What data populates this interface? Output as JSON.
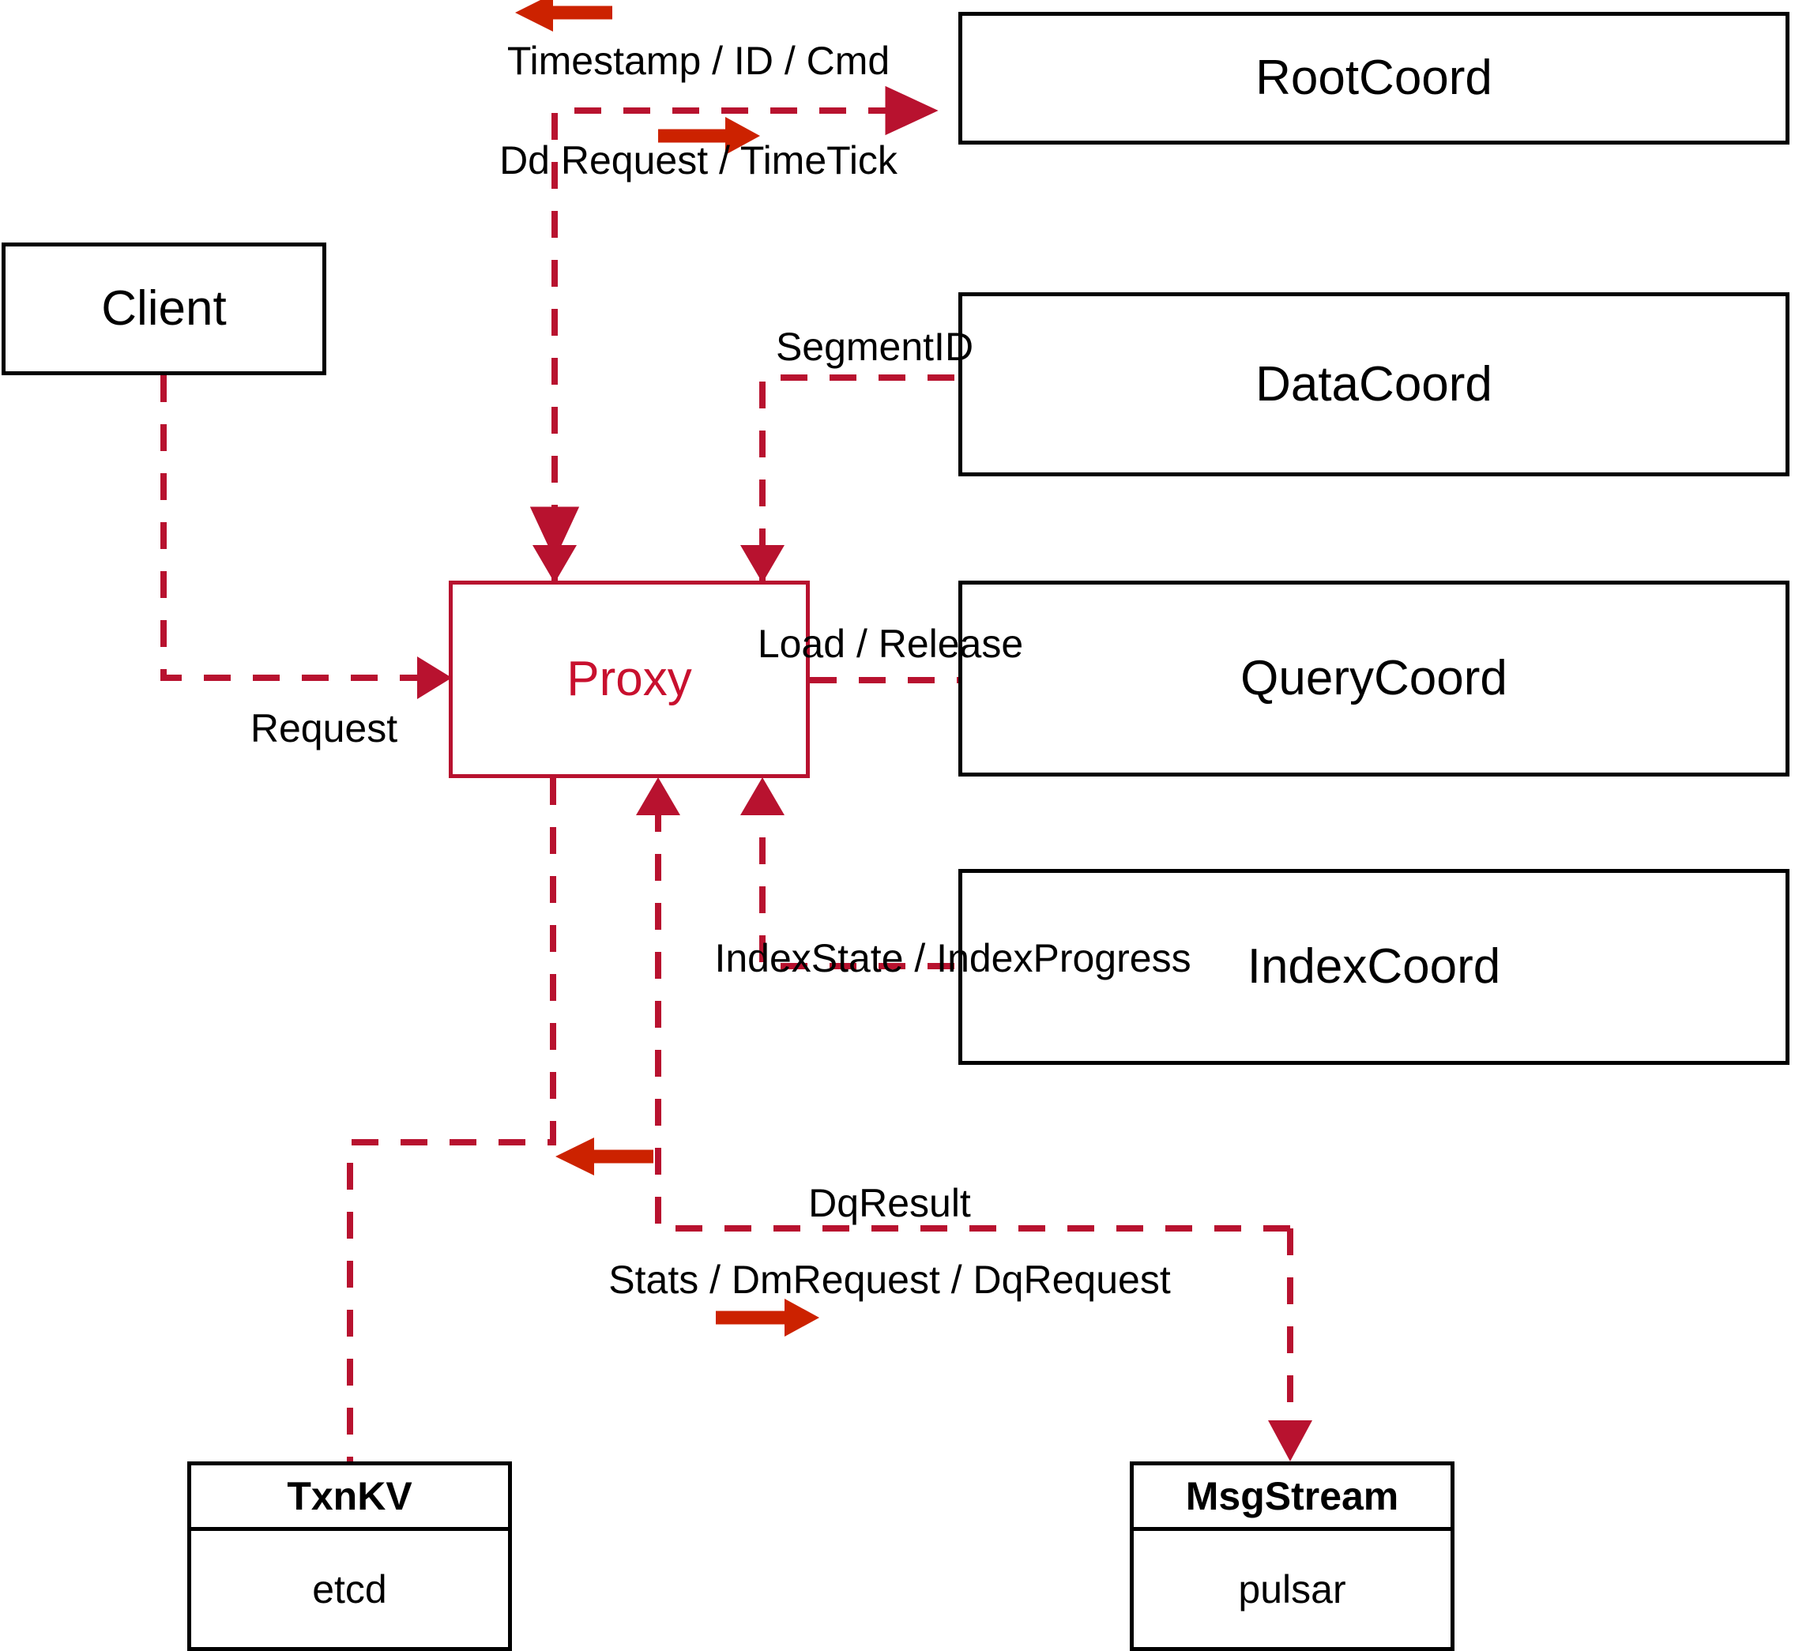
{
  "diagram": {
    "title": "Milvus Proxy Component Interaction Diagram",
    "colors": {
      "node_border": "#000000",
      "proxy_border": "#B8122F",
      "proxy_text": "#C8102E",
      "dashed_edge": "#B8122F",
      "solid_arrow": "#CC2200",
      "background": "#FFFFFF"
    },
    "nodes": {
      "client": {
        "label": "Client"
      },
      "proxy": {
        "label": "Proxy"
      },
      "root_coord": {
        "label": "RootCoord"
      },
      "data_coord": {
        "label": "DataCoord"
      },
      "query_coord": {
        "label": "QueryCoord"
      },
      "index_coord": {
        "label": "IndexCoord"
      },
      "txn_kv": {
        "header": "TxnKV",
        "body": "etcd"
      },
      "msg_stream": {
        "header": "MsgStream",
        "body": "pulsar"
      }
    },
    "edges": {
      "timestamp_id_cmd": {
        "label": "Timestamp / ID / Cmd",
        "direction": "left"
      },
      "dd_request_timetick": {
        "label": "Dd Request / TimeTick",
        "direction": "right"
      },
      "segment_id": {
        "label": "SegmentID",
        "direction": "left"
      },
      "load_release": {
        "label": "Load / Release",
        "direction": "right"
      },
      "index_state_progress": {
        "label": "IndexState / IndexProgress",
        "direction": "left"
      },
      "request": {
        "label": "Request",
        "direction": "right"
      },
      "dq_result": {
        "label": "DqResult",
        "direction": "left"
      },
      "stats_dm_dq_request": {
        "label": "Stats / DmRequest / DqRequest",
        "direction": "right"
      }
    }
  }
}
